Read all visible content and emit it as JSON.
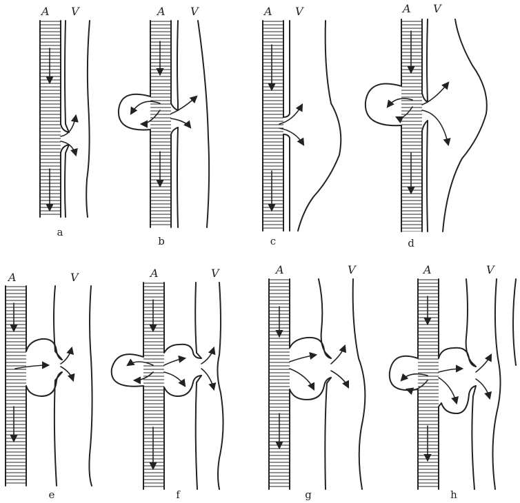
{
  "panels": [
    {
      "id": "a",
      "label": "a",
      "artery_label": "A",
      "vein_label": "V"
    },
    {
      "id": "b",
      "label": "b",
      "artery_label": "A",
      "vein_label": "V"
    },
    {
      "id": "c",
      "label": "c",
      "artery_label": "A",
      "vein_label": "V"
    },
    {
      "id": "d",
      "label": "d",
      "artery_label": "A",
      "vein_label": "V"
    },
    {
      "id": "e",
      "label": "e",
      "artery_label": "A",
      "vein_label": "V"
    },
    {
      "id": "f",
      "label": "f",
      "artery_label": "A",
      "vein_label": "V"
    },
    {
      "id": "g",
      "label": "g",
      "artery_label": "A",
      "vein_label": "V"
    },
    {
      "id": "h",
      "label": "h",
      "artery_label": "A",
      "vein_label": "V"
    }
  ]
}
